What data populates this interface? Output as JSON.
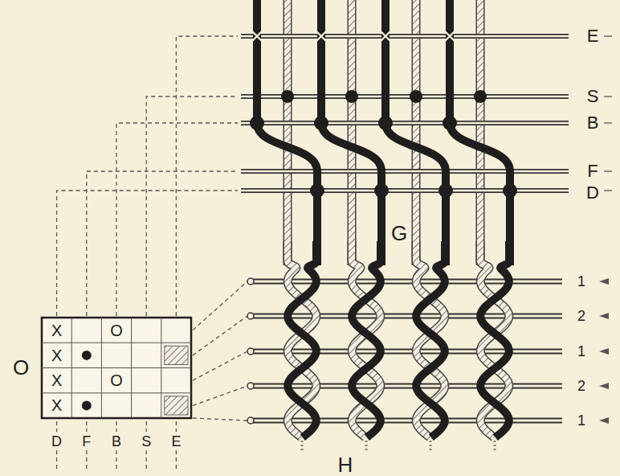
{
  "diagram": {
    "labels": [
      "E",
      "S",
      "B",
      "F",
      "D",
      "G",
      "1",
      "2",
      "1",
      "2",
      "1",
      "H",
      "O",
      "X",
      "O",
      "X",
      "X",
      "O",
      "X",
      "D",
      "F",
      "B",
      "S",
      "E"
    ]
  }
}
